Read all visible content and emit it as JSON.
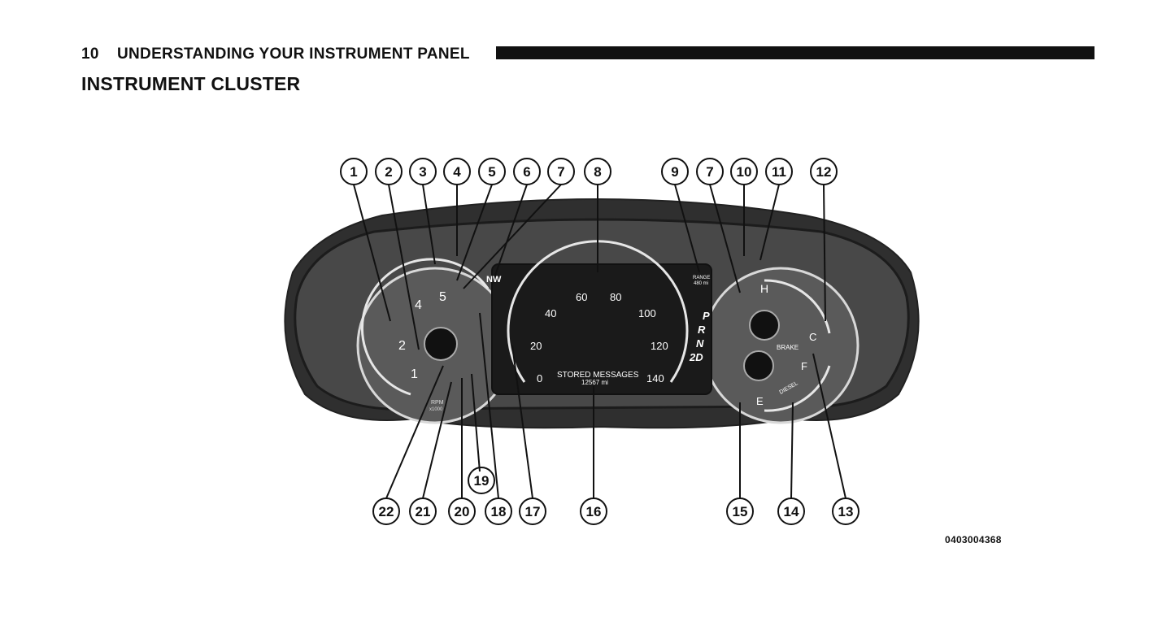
{
  "page": {
    "page_number": "10",
    "chapter_title": "UNDERSTANDING YOUR INSTRUMENT PANEL",
    "section_title": "INSTRUMENT CLUSTER",
    "figure_id": "0403004368"
  },
  "callouts_top": [
    "1",
    "2",
    "3",
    "4",
    "5",
    "6",
    "7",
    "8",
    "9",
    "7",
    "10",
    "11",
    "12"
  ],
  "callouts_bottom": [
    "22",
    "21",
    "20",
    "19",
    "18",
    "17",
    "16",
    "15",
    "14",
    "13"
  ],
  "tachometer": {
    "ticks": [
      "1",
      "2",
      "4",
      "5"
    ],
    "unit": "RPM",
    "unit_sub": "x1000"
  },
  "speedometer": {
    "ticks": [
      "0",
      "20",
      "40",
      "60",
      "80",
      "100",
      "120",
      "140"
    ]
  },
  "display": {
    "compass": "NW",
    "range_label": "RANGE",
    "range_value": "480 mi",
    "stored_messages": "STORED MESSAGES",
    "odometer": "12567 mi",
    "gears": [
      "P",
      "R",
      "N",
      "2D"
    ]
  },
  "temp_gauge": {
    "hot": "H",
    "cold": "C"
  },
  "fuel_gauge": {
    "full": "F",
    "empty": "E",
    "fuel_type": "DIESEL"
  },
  "warning_labels": {
    "brake": "BRAKE"
  },
  "colors": {
    "ink": "#111111",
    "cluster": "#3a3a3a",
    "face": "#565656",
    "display": "#1a1a1a"
  }
}
